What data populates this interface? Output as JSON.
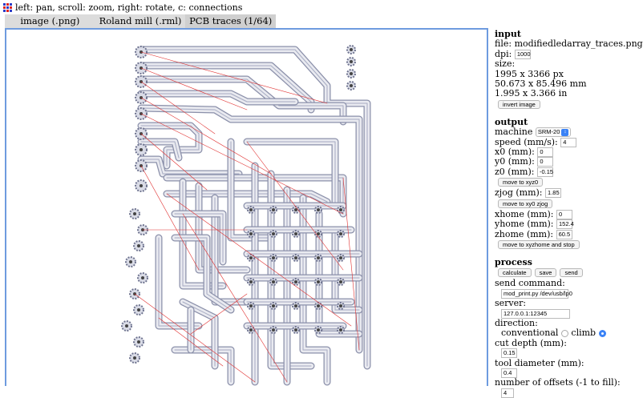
{
  "hint": "left: pan, scroll: zoom, right: rotate, c: connections",
  "tabs": [
    {
      "label": "image (.png)"
    },
    {
      "label": "Roland mill (.rml)"
    },
    {
      "label": "PCB traces (1/64)"
    }
  ],
  "input": {
    "heading": "input",
    "file_label": "file: modifiedledarray_traces.png",
    "dpi_label": "dpi:",
    "dpi_value": "1000",
    "size_label": "size:",
    "size_px": "1995 x 3366 px",
    "size_mm": "50.673 x 85.496 mm",
    "size_in": "1.995 x 3.366 in",
    "invert_button": "invert image"
  },
  "output": {
    "heading": "output",
    "machine_label": "machine",
    "machine_value": "SRM-20",
    "speed_label": "speed (mm/s):",
    "speed_value": "4",
    "x0_label": "x0 (mm):",
    "x0_value": "0",
    "y0_label": "y0 (mm):",
    "y0_value": "0",
    "z0_label": "z0 (mm):",
    "z0_value": "-0.15",
    "move_xyz0_button": "move to xyz0",
    "zjog_label": "zjog (mm):",
    "zjog_value": "1.85",
    "move_xy0_button": "move to xy0 zjog",
    "xhome_label": "xhome (mm):",
    "xhome_value": "0",
    "yhome_label": "yhome (mm):",
    "yhome_value": "152.4",
    "zhome_label": "zhome (mm):",
    "zhome_value": "60.5",
    "move_home_button": "move to xyzhome and stop"
  },
  "process": {
    "heading": "process",
    "calculate_button": "calculate",
    "save_button": "save",
    "send_button": "send",
    "send_command_label": "send command:",
    "send_command_value": "mod_print.py /dev/usb/lp0",
    "server_label": "server:",
    "server_value": "127.0.0.1:12345",
    "direction_label": "direction:",
    "conventional_label": "conventional",
    "climb_label": "climb",
    "cut_depth_label": "cut depth (mm):",
    "cut_depth_value": "0.15",
    "tool_diameter_label": "tool diameter (mm):",
    "tool_diameter_value": "0.4",
    "offsets_label": "number of offsets (-1 to fill):",
    "offsets_value": "4"
  },
  "colors": {
    "trace": "#9aa0b8",
    "connection": "#e03030",
    "frame": "#6e9bdf"
  }
}
